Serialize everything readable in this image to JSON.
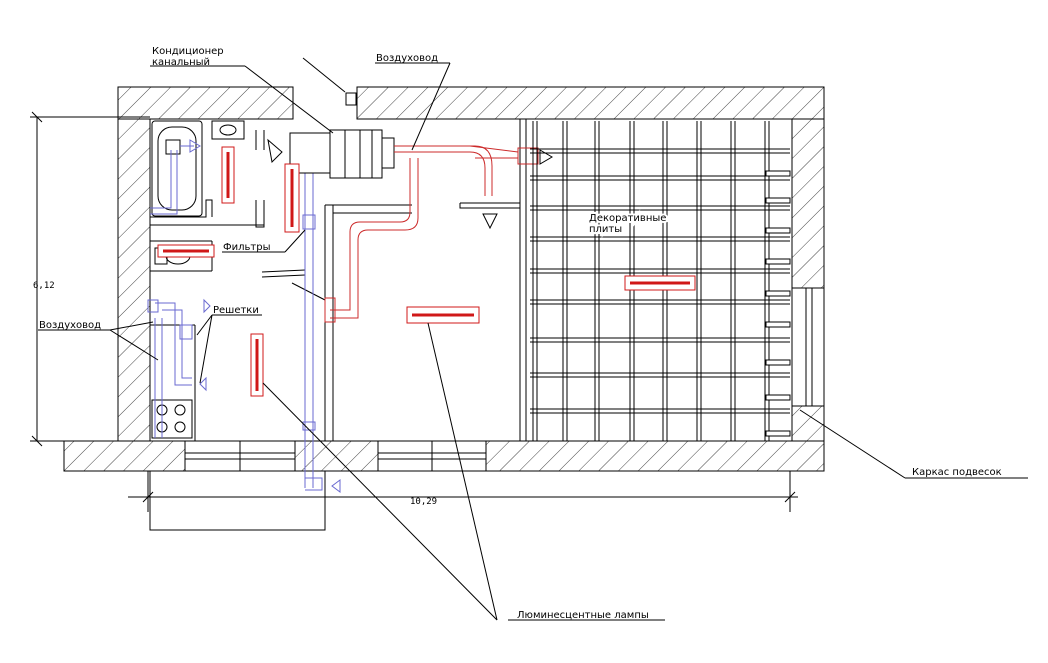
{
  "labels": {
    "ac_line1": "Кондиционер",
    "ac_line2": "канальный",
    "duct_top": "Воздуховод",
    "duct_left": "Воздуховод",
    "filters": "Фильтры",
    "grilles": "Решетки",
    "deco_line1": "Декоративные",
    "deco_line2": "плиты",
    "frame": "Каркас подвесок",
    "lamps": "Люминесцентные лампы"
  },
  "dimensions": {
    "height": "6,12",
    "width": "10,29"
  },
  "colors": {
    "line": "#000000",
    "duct_red": "#cc2b2b",
    "duct_blue": "#6a6ad0",
    "lamp": "#d01818"
  }
}
